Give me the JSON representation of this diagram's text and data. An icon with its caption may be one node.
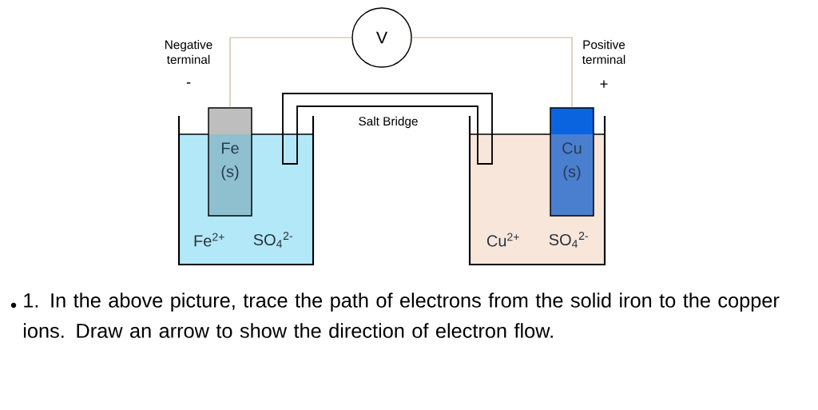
{
  "diagram": {
    "caption": "1. In the above picture, trace the path of electrons from the solid iron to the copper ions. Draw an arrow to show the direction of electron flow.",
    "nodes": [
      {
        "text": [
          "V"
        ]
      },
      {
        "text": [
          "Fe (s)"
        ]
      },
      {
        "text": [
          "Cu (s)"
        ]
      },
      {
        "text": [
          "Fe$^{2+}$",
          "SO$_{4}$$^{2-}$"
        ]
      },
      {
        "text": [
          "Cu$^{2+}$",
          "SO$_{4}$$^{2-}$"
        ]
      }
    ],
    "edges": [
      {
        "from": 1,
        "to": 0,
        "arrow": "none"
      },
      {
        "from": 0,
        "to": 2,
        "arrow": "none"
      }
    ],
    "labels": [
      "Negative terminal",
      "Positive terminal",
      "-",
      "+",
      "Salt Bridge"
    ]
  }
}
